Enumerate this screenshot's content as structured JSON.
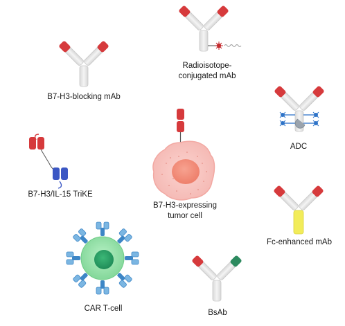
{
  "diagram": {
    "center_label": [
      "B7-H3-expressing",
      "tumor cell"
    ],
    "therapies": [
      {
        "key": "blocking",
        "label": [
          "B7-H3-blocking mAb"
        ],
        "icon": "antibody-icon"
      },
      {
        "key": "radio",
        "label": [
          "Radioisotope-",
          "conjugated mAb"
        ],
        "icon": "radioisotope-antibody-icon"
      },
      {
        "key": "adc",
        "label": [
          "ADC"
        ],
        "icon": "antibody-drug-conjugate-icon"
      },
      {
        "key": "fc",
        "label": [
          "Fc-enhanced mAb"
        ],
        "icon": "fc-enhanced-antibody-icon"
      },
      {
        "key": "bsab",
        "label": [
          "BsAb"
        ],
        "icon": "bispecific-antibody-icon"
      },
      {
        "key": "car",
        "label": [
          "CAR T-cell"
        ],
        "icon": "car-t-cell-icon"
      },
      {
        "key": "trike",
        "label": [
          "B7-H3/IL-15 TriKE"
        ],
        "icon": "trike-icon"
      }
    ],
    "colors": {
      "binding_red": "#d63a3c",
      "bsab_green": "#2d8a5f",
      "trike_blue": "#3b57c4",
      "car_blue": "#3d86c6",
      "fc_yellow": "#f2ec5a",
      "adc_payload_blue": "#2f74c8",
      "adc_linker_grey": "#9aa3ad",
      "antibody_grey": "#e4e4e4",
      "tumor_pink": "#f9c9c6",
      "tumor_nucleus": "#f59683",
      "tcell_green": "#8fe0a5",
      "tcell_nucleus": "#2aa56a"
    }
  }
}
